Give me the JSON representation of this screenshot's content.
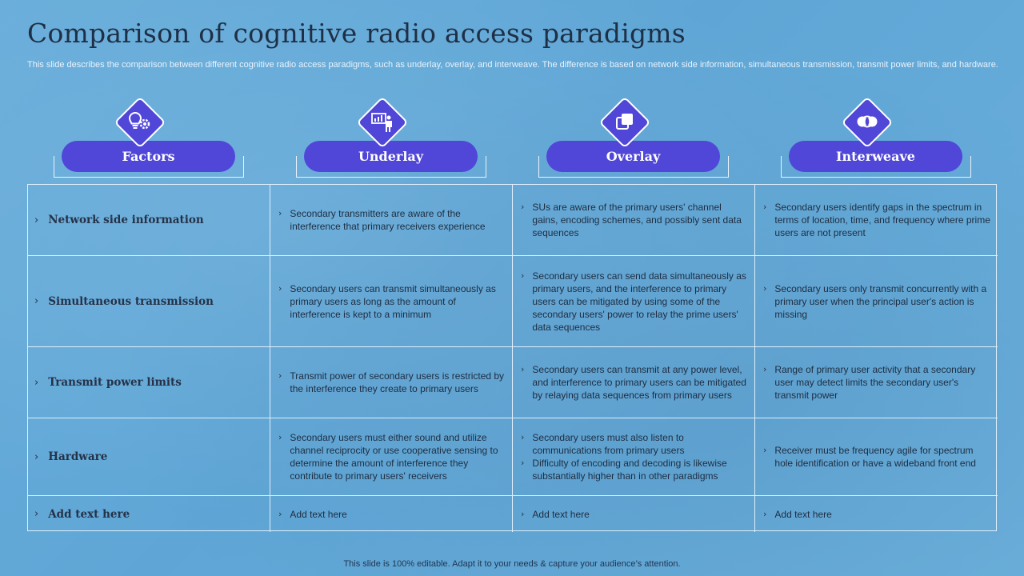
{
  "slide": {
    "title": "Comparison of  cognitive radio access paradigms",
    "description": "This slide describes the comparison between different cognitive radio access paradigms, such as underlay, overlay,  and interweave. The difference is based on network side information, simultaneous transmission, transmit power limits, and hardware.",
    "footer": "This slide is 100% editable. Adapt it to your needs & capture your audience’s attention."
  },
  "headers": [
    {
      "label": "Factors",
      "icon": "bulb-gear-icon"
    },
    {
      "label": "Underlay",
      "icon": "presenter-chart-icon"
    },
    {
      "label": "Overlay",
      "icon": "overlap-squares-icon"
    },
    {
      "label": "Interweave",
      "icon": "interlocking-circles-icon"
    }
  ],
  "rows": [
    {
      "factor": "Network side information",
      "underlay": [
        "Secondary transmitters are aware of the interference that primary receivers experience"
      ],
      "overlay": [
        "SUs are aware of the primary users' channel gains, encoding schemes, and possibly sent data sequences"
      ],
      "interweave": [
        "Secondary users identify gaps in the spectrum in terms of location, time, and frequency where prime users are not present"
      ]
    },
    {
      "factor": "Simultaneous transmission",
      "underlay": [
        "Secondary users can transmit simultaneously as primary users as long as the amount of interference  is kept to a minimum"
      ],
      "overlay": [
        "Secondary users can send data simultaneously as primary users, and the interference to primary users can be mitigated by using some of the secondary users' power to relay the prime users' data sequences"
      ],
      "interweave": [
        "Secondary users only transmit concurrently with a primary user when the principal user's action is missing"
      ]
    },
    {
      "factor": "Transmit power limits",
      "underlay": [
        "Transmit power of secondary users is restricted by the interference  they create to primary users"
      ],
      "overlay": [
        "Secondary users can transmit at any power level,  and interference to primary users can be mitigated by relaying data sequences from primary users"
      ],
      "interweave": [
        "Range  of primary user activity that a secondary user may detect limits the secondary user's transmit power"
      ]
    },
    {
      "factor": "Hardware",
      "underlay": [
        "Secondary users must either sound and utilize channel reciprocity or use cooperative sensing to determine the amount of interference  they contribute to primary users' receivers"
      ],
      "overlay": [
        "Secondary users must also listen to communications from primary users",
        "Difficulty of encoding and decoding is likewise substantially higher than in other paradigms"
      ],
      "interweave": [
        "Receiver  must be frequency  agile for spectrum hole identification or have  a wideband  front end"
      ]
    },
    {
      "factor": "Add text here",
      "underlay": [
        "Add text here"
      ],
      "overlay": [
        "Add text here"
      ],
      "interweave": [
        "Add text here"
      ]
    }
  ],
  "colors": {
    "accent": "#5046d8",
    "background": "#6aaedb",
    "title": "#1f2f45"
  }
}
